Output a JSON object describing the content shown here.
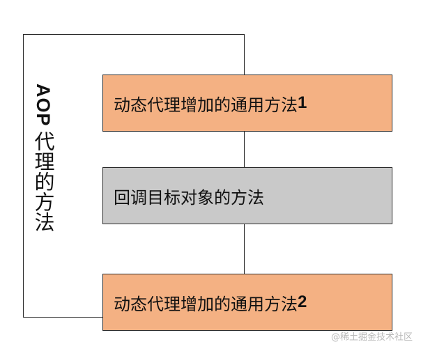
{
  "diagram": {
    "container": {
      "label_latin": "AOP",
      "label_cn": "代理的方法"
    },
    "steps": [
      {
        "text": "动态代理增加的通用方法",
        "suffix": "1",
        "fill": "#f4b183"
      },
      {
        "text": "回调目标对象的方法",
        "suffix": "",
        "fill": "#c9c9c9"
      },
      {
        "text": "动态代理增加的通用方法",
        "suffix": "2",
        "fill": "#f4b183"
      }
    ],
    "border_color": "#2a2a2a"
  },
  "watermark": "@稀土掘金技术社区"
}
